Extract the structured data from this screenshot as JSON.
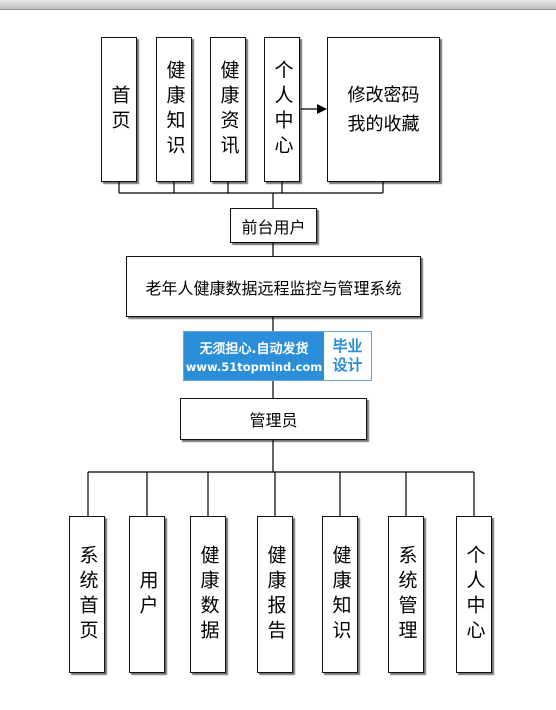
{
  "front_modules": [
    {
      "id": "home",
      "label": "首页"
    },
    {
      "id": "health-knowledge",
      "label": "健康知识"
    },
    {
      "id": "health-news",
      "label": "健康资讯"
    },
    {
      "id": "personal-center",
      "label": "个人中心"
    }
  ],
  "personal_sub": [
    "修改密码",
    "我的收藏"
  ],
  "front_user": "前台用户",
  "system_title": "老年人健康数据远程监控与管理系统",
  "watermark": {
    "line1": "无须担心.自动发货",
    "line2": "www.51topmind.com",
    "tag1": "毕业",
    "tag2": "设计"
  },
  "admin": "管理员",
  "admin_modules": [
    {
      "id": "system-home",
      "label": "系统首页"
    },
    {
      "id": "user",
      "label": "用户"
    },
    {
      "id": "health-data",
      "label": "健康数据"
    },
    {
      "id": "health-report",
      "label": "健康报告"
    },
    {
      "id": "health-knowledge",
      "label": "健康知识"
    },
    {
      "id": "system-management",
      "label": "系统管理"
    },
    {
      "id": "personal-center",
      "label": "个人中心"
    }
  ]
}
